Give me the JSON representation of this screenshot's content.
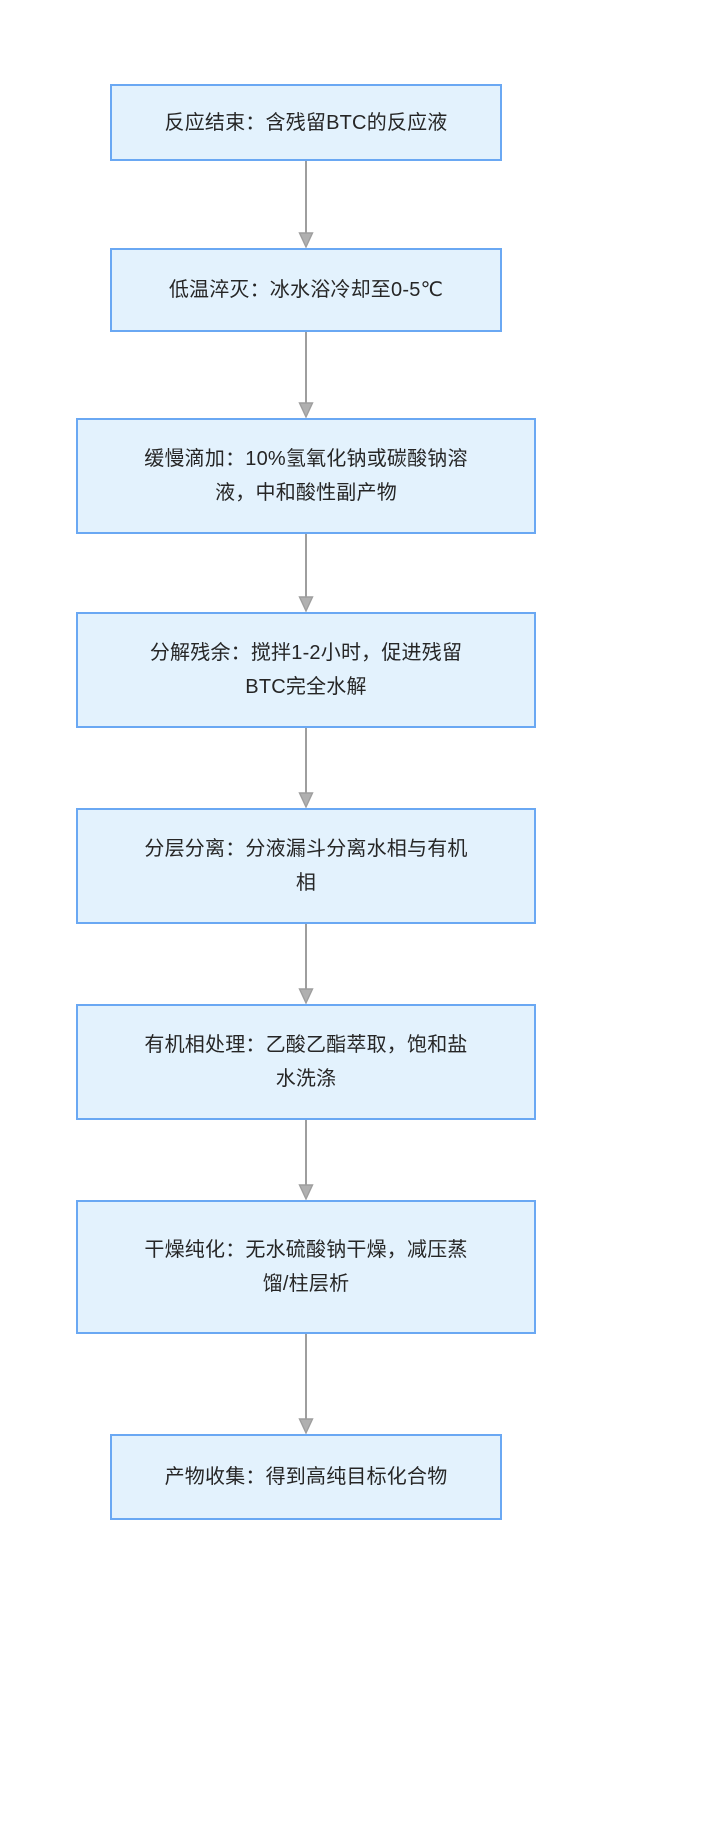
{
  "diagram": {
    "type": "flowchart",
    "orientation": "top-to-bottom",
    "title_visible": false,
    "colors": {
      "node_fill": "#e3f2fd",
      "node_border": "#6aa8f3",
      "node_text": "#262626",
      "edge_stroke": "#9e9e9e",
      "canvas_background": "#ffffff"
    },
    "nodes": [
      {
        "id": "node-1",
        "label": "反应结束：含残留BTC的反应液",
        "lines": 1
      },
      {
        "id": "node-2",
        "label": "低温淬灭：冰水浴冷却至0-5℃",
        "lines": 1
      },
      {
        "id": "node-3",
        "label": "缓慢滴加：10%氢氧化钠或碳酸钠溶\n液，中和酸性副产物",
        "lines": 2
      },
      {
        "id": "node-4",
        "label": "分解残余：搅拌1-2小时，促进残留\nBTC完全水解",
        "lines": 2
      },
      {
        "id": "node-5",
        "label": "分层分离：分液漏斗分离水相与有机\n相",
        "lines": 2
      },
      {
        "id": "node-6",
        "label": "有机相处理：乙酸乙酯萃取，饱和盐\n水洗涤",
        "lines": 2
      },
      {
        "id": "node-7",
        "label": "干燥纯化：无水硫酸钠干燥，减压蒸\n馏/柱层析",
        "lines": 2
      },
      {
        "id": "node-8",
        "label": "产物收集：得到高纯目标化合物",
        "lines": 1
      }
    ],
    "edges": [
      {
        "id": "edge-1-2",
        "from": "node-1",
        "to": "node-2",
        "arrowhead": "triangle"
      },
      {
        "id": "edge-2-3",
        "from": "node-2",
        "to": "node-3",
        "arrowhead": "triangle"
      },
      {
        "id": "edge-3-4",
        "from": "node-3",
        "to": "node-4",
        "arrowhead": "triangle"
      },
      {
        "id": "edge-4-5",
        "from": "node-4",
        "to": "node-5",
        "arrowhead": "triangle"
      },
      {
        "id": "edge-5-6",
        "from": "node-5",
        "to": "node-6",
        "arrowhead": "triangle"
      },
      {
        "id": "edge-6-7",
        "from": "node-6",
        "to": "node-7",
        "arrowhead": "triangle"
      },
      {
        "id": "edge-7-8",
        "from": "node-7",
        "to": "node-8",
        "arrowhead": "triangle"
      }
    ]
  }
}
